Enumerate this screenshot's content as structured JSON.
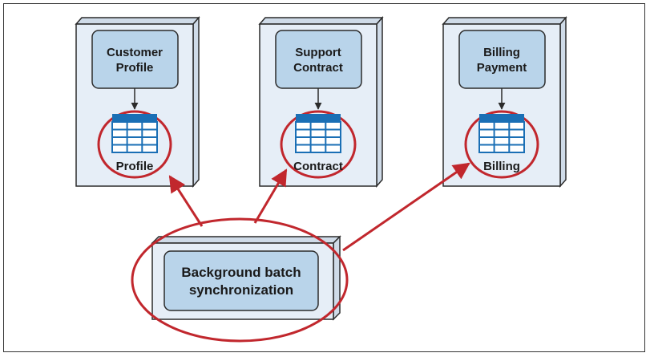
{
  "colors": {
    "node_fill": "#e6eef7",
    "node_side": "#cfdbe8",
    "service_fill": "#b9d4ea",
    "stroke": "#2b2b2b",
    "highlight": "#c1272d",
    "table_blue": "#1a6fb5"
  },
  "services": [
    {
      "label_line1": "Customer",
      "label_line2": "Profile",
      "db_label": "Profile",
      "db_icon": "database-table-icon"
    },
    {
      "label_line1": "Support",
      "label_line2": "Contract",
      "db_label": "Contract",
      "db_icon": "database-table-icon"
    },
    {
      "label_line1": "Billing",
      "label_line2": "Payment",
      "db_label": "Billing",
      "db_icon": "database-table-icon"
    }
  ],
  "batch": {
    "label_line1": "Background batch",
    "label_line2": "synchronization"
  }
}
